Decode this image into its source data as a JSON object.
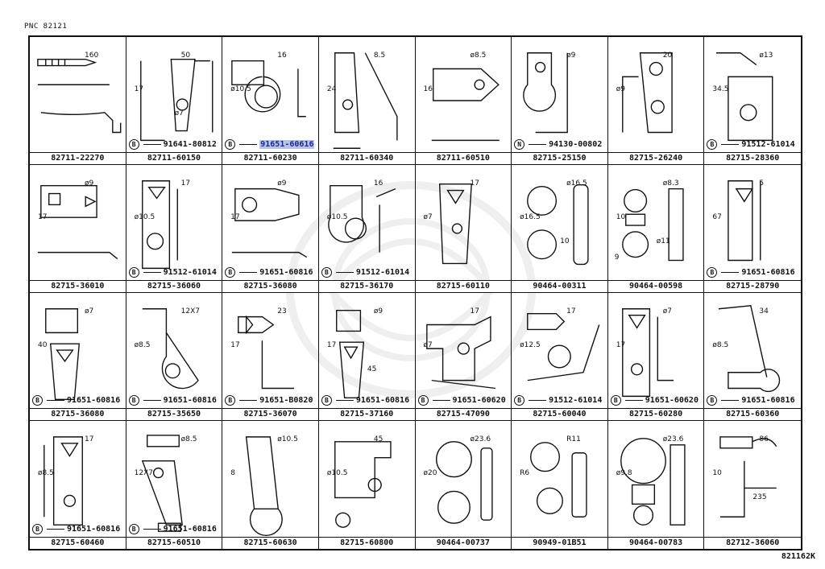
{
  "header": {
    "pnc": "PNC 82121",
    "sheet_code": "821162K"
  },
  "cells": [
    {
      "part": "82711-22270",
      "sub": null,
      "dims": [
        "160"
      ]
    },
    {
      "part": "82711-60150",
      "sub": {
        "mark": "B",
        "code": "91641-80812"
      },
      "dims": [
        "50",
        "17",
        "ø7"
      ]
    },
    {
      "part": "82711-60230",
      "sub": {
        "mark": "B",
        "code": "91651-60616",
        "highlight": true
      },
      "dims": [
        "16",
        "ø10.5"
      ]
    },
    {
      "part": "82711-60340",
      "sub": null,
      "dims": [
        "8.5",
        "24"
      ]
    },
    {
      "part": "82711-60510",
      "sub": null,
      "dims": [
        "ø8.5",
        "16"
      ]
    },
    {
      "part": "82715-25150",
      "sub": {
        "mark": "N",
        "code": "94130-00802"
      },
      "dims": [
        "ø9"
      ]
    },
    {
      "part": "82715-26240",
      "sub": null,
      "dims": [
        "20",
        "ø9"
      ]
    },
    {
      "part": "82715-28360",
      "sub": {
        "mark": "B",
        "code": "91512-61014"
      },
      "dims": [
        "ø13",
        "34.5"
      ]
    },
    {
      "part": "82715-36010",
      "sub": null,
      "dims": [
        "ø9",
        "17"
      ]
    },
    {
      "part": "82715-36060",
      "sub": {
        "mark": "B",
        "code": "91512-61014"
      },
      "dims": [
        "17",
        "ø10.5"
      ]
    },
    {
      "part": "82715-36080",
      "sub": {
        "mark": "B",
        "code": "91651-60816"
      },
      "dims": [
        "ø9",
        "17"
      ]
    },
    {
      "part": "82715-36170",
      "sub": {
        "mark": "B",
        "code": "91512-61014"
      },
      "dims": [
        "16",
        "ø10.5"
      ]
    },
    {
      "part": "82715-60110",
      "sub": null,
      "dims": [
        "17",
        "ø7"
      ]
    },
    {
      "part": "90464-00311",
      "sub": null,
      "dims": [
        "ø16.5",
        "ø16.5",
        "10"
      ]
    },
    {
      "part": "90464-00598",
      "sub": null,
      "dims": [
        "ø8.3",
        "10",
        "ø11",
        "9"
      ]
    },
    {
      "part": "82715-28790",
      "sub": {
        "mark": "B",
        "code": "91651-60816"
      },
      "dims": [
        "5",
        "67"
      ]
    },
    {
      "part": "82715-36080",
      "sub": {
        "mark": "B",
        "code": "91651-60816"
      },
      "dims": [
        "ø7",
        "40"
      ]
    },
    {
      "part": "82715-35650",
      "sub": {
        "mark": "B",
        "code": "91651-60816"
      },
      "dims": [
        "12X7",
        "ø8.5"
      ]
    },
    {
      "part": "82715-36070",
      "sub": {
        "mark": "B",
        "code": "91651-B0820"
      },
      "dims": [
        "23",
        "17"
      ]
    },
    {
      "part": "82715-37160",
      "sub": {
        "mark": "B",
        "code": "91651-60816"
      },
      "dims": [
        "ø9",
        "17",
        "45"
      ]
    },
    {
      "part": "82715-47090",
      "sub": {
        "mark": "B",
        "code": "91651-60620"
      },
      "dims": [
        "17",
        "ø7"
      ]
    },
    {
      "part": "82715-60040",
      "sub": {
        "mark": "B",
        "code": "91512-61014"
      },
      "dims": [
        "17",
        "ø12.5"
      ]
    },
    {
      "part": "82715-60280",
      "sub": {
        "mark": "B",
        "code": "91651-60620"
      },
      "dims": [
        "ø7",
        "17"
      ]
    },
    {
      "part": "82715-60360",
      "sub": {
        "mark": "B",
        "code": "91651-60816"
      },
      "dims": [
        "34",
        "ø8.5"
      ]
    },
    {
      "part": "82715-60460",
      "sub": {
        "mark": "B",
        "code": "91651-60816"
      },
      "dims": [
        "17",
        "ø8.5"
      ]
    },
    {
      "part": "82715-60510",
      "sub": {
        "mark": "B",
        "code": "91651-60816"
      },
      "dims": [
        "ø8.5",
        "12X7"
      ]
    },
    {
      "part": "82715-60630",
      "sub": null,
      "dims": [
        "ø10.5",
        "8"
      ]
    },
    {
      "part": "82715-60800",
      "sub": null,
      "dims": [
        "45",
        "ø10.5"
      ]
    },
    {
      "part": "90464-00737",
      "sub": null,
      "dims": [
        "ø23.6",
        "ø20"
      ]
    },
    {
      "part": "90949-01B51",
      "sub": null,
      "dims": [
        "R11",
        "R6"
      ]
    },
    {
      "part": "90464-00783",
      "sub": null,
      "dims": [
        "ø23.6",
        "ø9.8"
      ]
    },
    {
      "part": "82712-36060",
      "sub": null,
      "dims": [
        "86",
        "10",
        "235"
      ]
    }
  ]
}
